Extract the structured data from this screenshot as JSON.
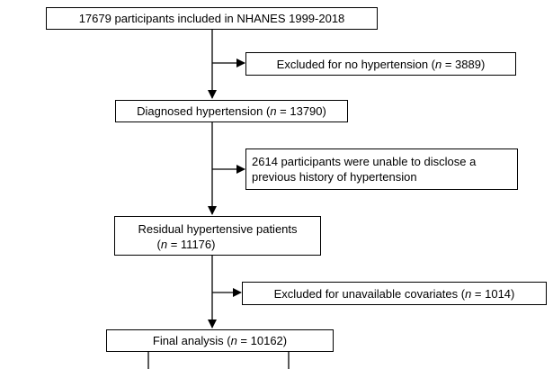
{
  "boxes": {
    "included": {
      "text": "17679 participants included in NHANES 1999-2018"
    },
    "excluded_no_htn": {
      "prefix": "Excluded for no hypertension (",
      "n": "n",
      "suffix": " = 3889)"
    },
    "diagnosed": {
      "prefix": "Diagnosed hypertension (",
      "n": "n",
      "suffix": " = 13790)"
    },
    "undisclosed": {
      "line1": "2614 participants were unable to disclose a",
      "line2": "previous history of hypertension"
    },
    "residual": {
      "line1": "Residual hypertensive patients",
      "line2_prefix": "(",
      "n": "n",
      "line2_suffix": " = 11176)"
    },
    "excluded_cov": {
      "prefix": "Excluded for unavailable covariates (",
      "n": "n",
      "suffix": " = 1014)"
    },
    "final": {
      "prefix": "Final analysis (",
      "n": "n",
      "suffix": " = 10162)"
    }
  },
  "colors": {
    "line": "#000000",
    "box_border": "#000000",
    "background": "#ffffff"
  }
}
